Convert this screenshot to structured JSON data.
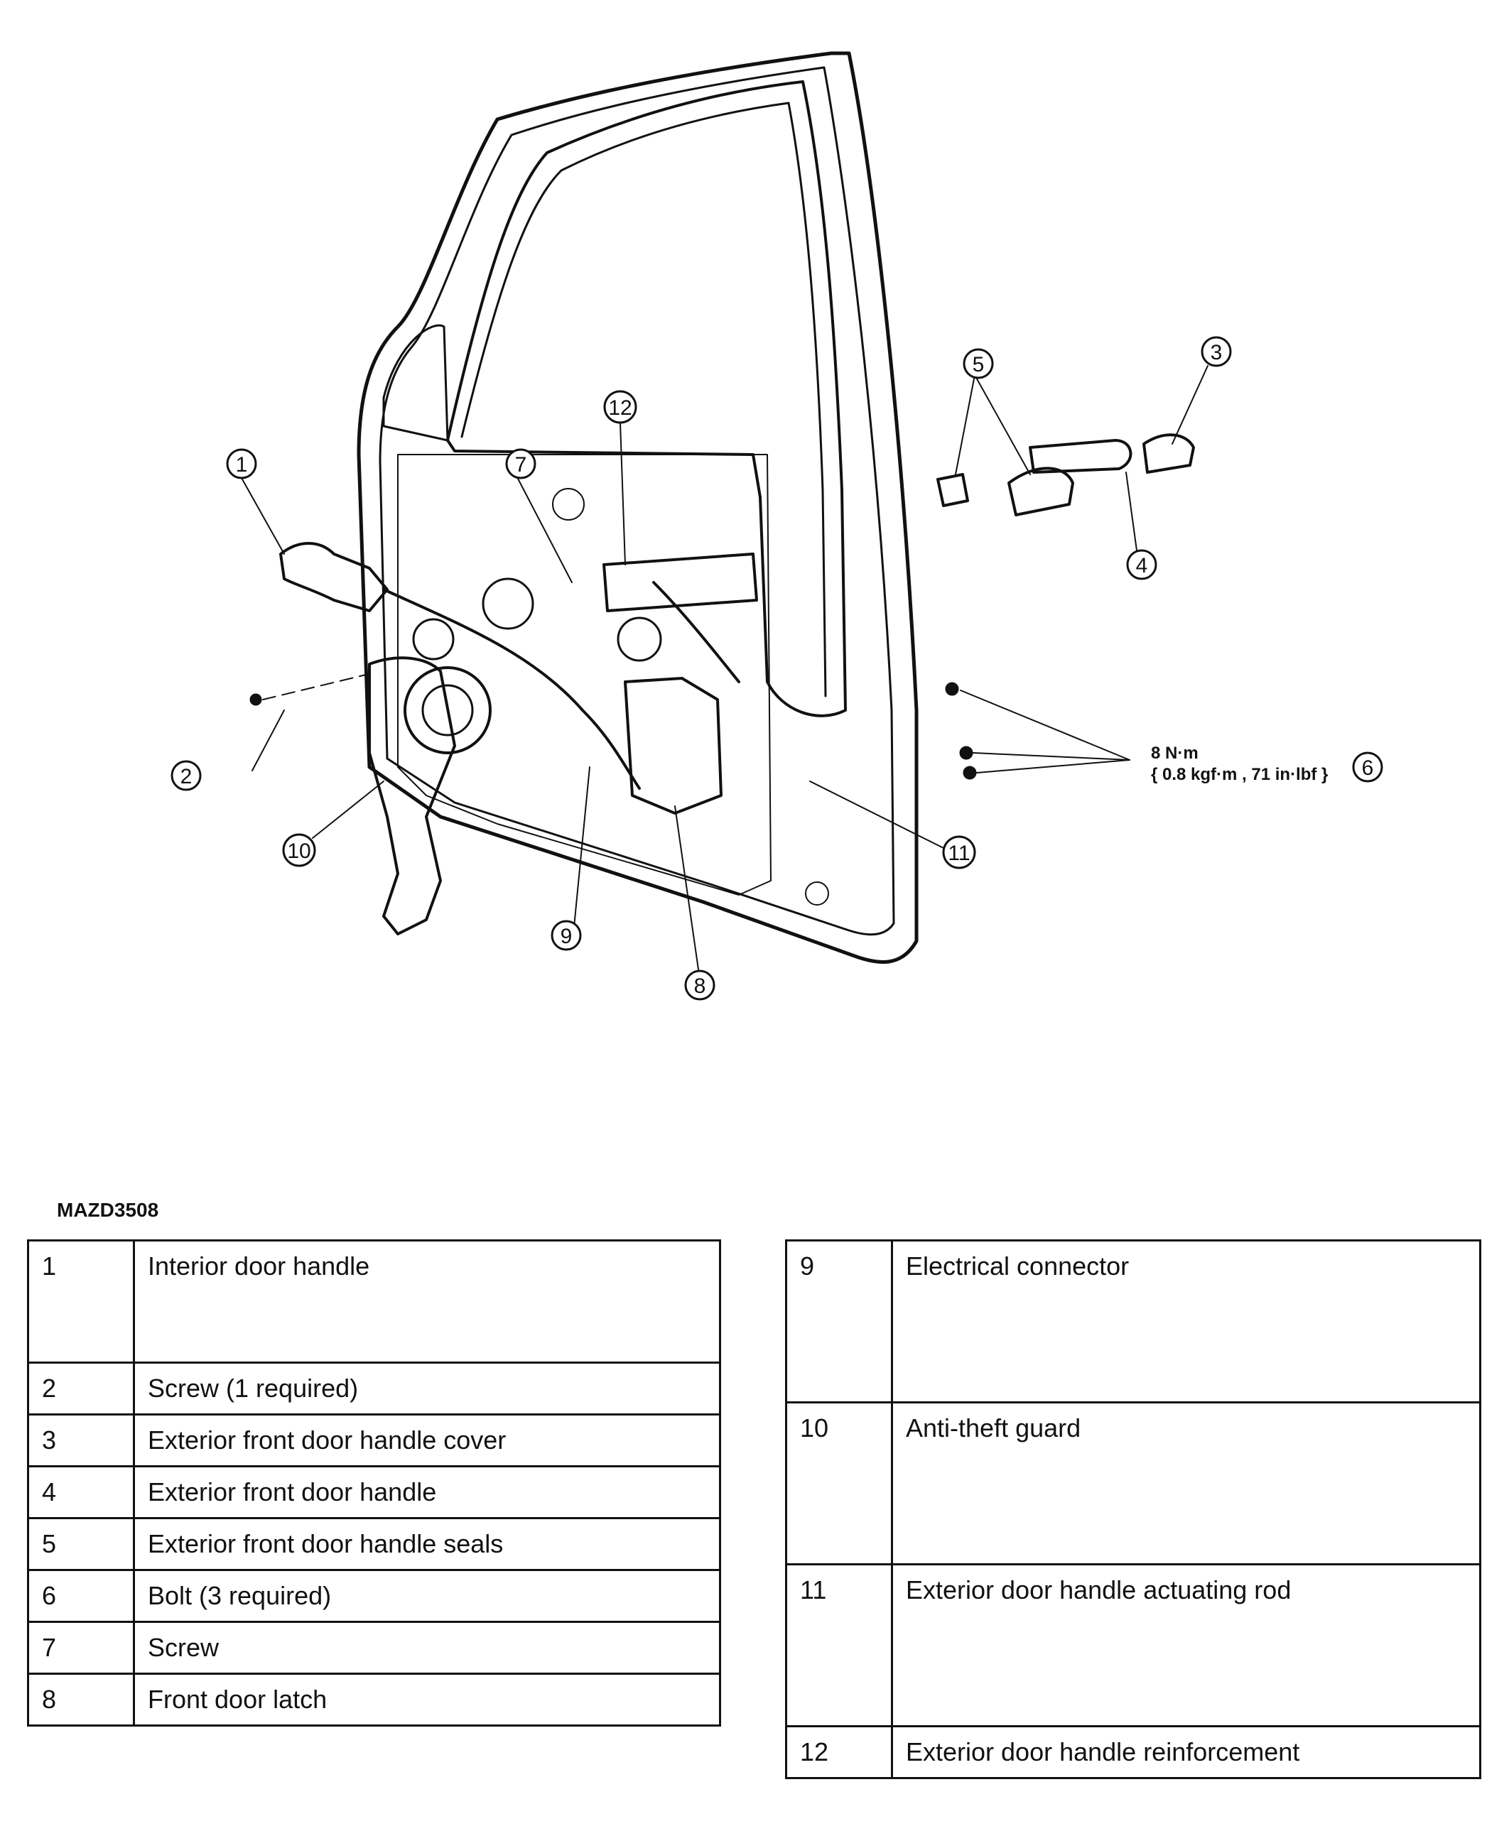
{
  "figure_code": "MAZD3508",
  "callouts": {
    "c1": "1",
    "c2": "2",
    "c3": "3",
    "c4": "4",
    "c5": "5",
    "c6": "6",
    "c7": "7",
    "c8": "8",
    "c9": "9",
    "c10": "10",
    "c11": "11",
    "c12": "12"
  },
  "torque": {
    "line1": "8 N·m",
    "line2": "{ 0.8 kgf·m , 71 in·lbf }"
  },
  "parts_left": [
    {
      "num": "1",
      "desc": "Interior door handle"
    },
    {
      "num": "2",
      "desc": "Screw (1 required)"
    },
    {
      "num": "3",
      "desc": "Exterior front door handle cover"
    },
    {
      "num": "4",
      "desc": "Exterior front door handle"
    },
    {
      "num": "5",
      "desc": "Exterior front door handle seals"
    },
    {
      "num": "6",
      "desc": "Bolt (3 required)"
    },
    {
      "num": "7",
      "desc": "Screw"
    },
    {
      "num": "8",
      "desc": "Front door latch"
    }
  ],
  "parts_right": [
    {
      "num": "9",
      "desc": "Electrical connector"
    },
    {
      "num": "10",
      "desc": "Anti-theft guard"
    },
    {
      "num": "11",
      "desc": "Exterior door handle actuating rod"
    },
    {
      "num": "12",
      "desc": "Exterior door handle reinforcement"
    }
  ]
}
